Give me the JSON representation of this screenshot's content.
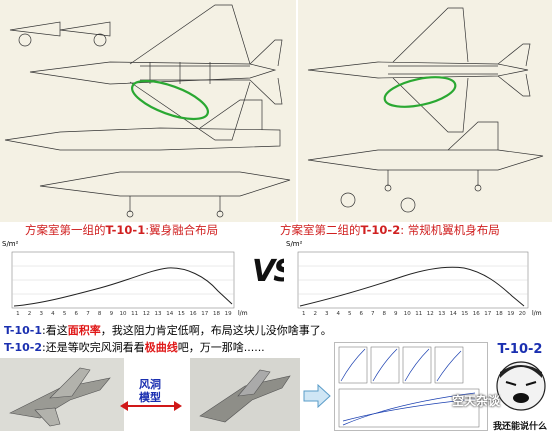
{
  "caption_left": {
    "prefix": "方案室第一组的",
    "code": "T-10-1",
    "suffix": ":翼身融合布局"
  },
  "caption_right": {
    "prefix": "方案室第二组的",
    "code": "T-10-2",
    "suffix": ": 常规机翼机身布局"
  },
  "vs_text": "VS",
  "chart_left": {
    "unit": "S/m²",
    "xunit": "l/m",
    "ticks": [
      "1",
      "2",
      "3",
      "4",
      "5",
      "6",
      "7",
      "8",
      "9",
      "10",
      "11",
      "12",
      "13",
      "14",
      "15",
      "16",
      "17",
      "18",
      "19"
    ]
  },
  "chart_right": {
    "unit": "S/m²",
    "xunit": "l/m",
    "ticks": [
      "1",
      "2",
      "3",
      "4",
      "5",
      "6",
      "7",
      "8",
      "9",
      "10",
      "11",
      "12",
      "13",
      "14",
      "15",
      "16",
      "17",
      "18",
      "19",
      "20"
    ]
  },
  "line1": {
    "code": "T-10-1",
    "a": ":看这",
    "em": "面积率",
    "b": "，我这阻力肯定低啊，布局这块儿没你啥事了。"
  },
  "line2": {
    "code": "T-10-2",
    "a": ":还是等吹完风洞看看",
    "em": "极曲线",
    "b": "吧，万一那啥......"
  },
  "wind_tunnel": "风洞模型",
  "label_t102": "T-10-2",
  "watermark": "空天杂谈",
  "meme_caption": "我还能说什么"
}
